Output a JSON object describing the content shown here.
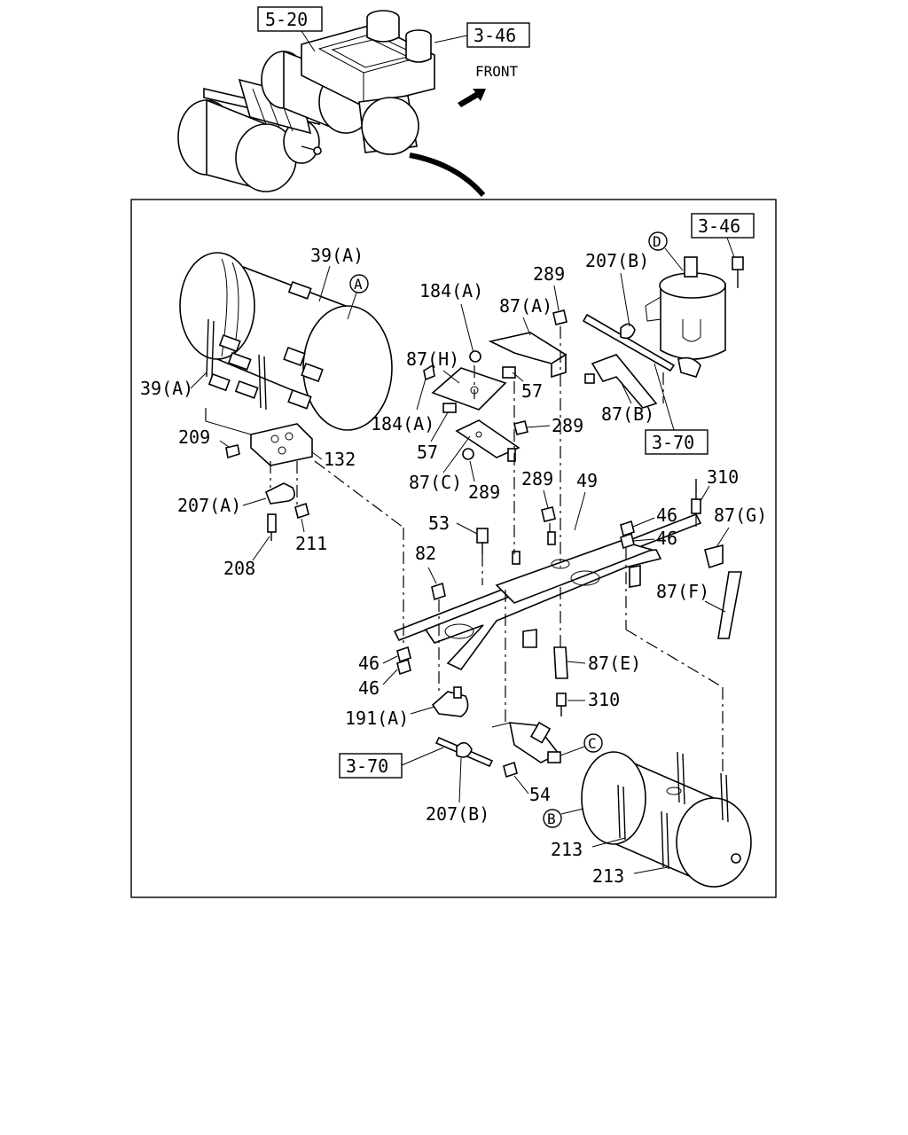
{
  "overview": {
    "ref_left": "5-20",
    "ref_right": "3-46",
    "front_label": "FRONT"
  },
  "refs": {
    "top_right": "3-46",
    "right_mid": "3-70",
    "left_low": "3-70"
  },
  "circles": {
    "A": "A",
    "B": "B",
    "C": "C",
    "D": "D"
  },
  "labels": {
    "l39a_top": "39(A)",
    "l39a_left": "39(A)",
    "l209": "209",
    "l132": "132",
    "l207a": "207(A)",
    "l208": "208",
    "l211": "211",
    "l184a_top": "184(A)",
    "l87h": "87(H)",
    "l184a_mid": "184(A)",
    "l57_mid": "57",
    "l87c": "87(C)",
    "l289_low": "289",
    "l289_top": "289",
    "l87a": "87(A)",
    "l57_right": "57",
    "l289_mid": "289",
    "l207b_top": "207(B)",
    "l87b": "87(B)",
    "l310_top": "310",
    "l87g": "87(G)",
    "l46_r1": "46",
    "l46_r2": "46",
    "l289_frame": "289",
    "l49": "49",
    "l53": "53",
    "l82": "82",
    "l87f": "87(F)",
    "l46_l1": "46",
    "l46_l2": "46",
    "l87e": "87(E)",
    "l310_low": "310",
    "l191a": "191(A)",
    "l54": "54",
    "l207b_low": "207(B)",
    "l213_a": "213",
    "l213_b": "213"
  }
}
